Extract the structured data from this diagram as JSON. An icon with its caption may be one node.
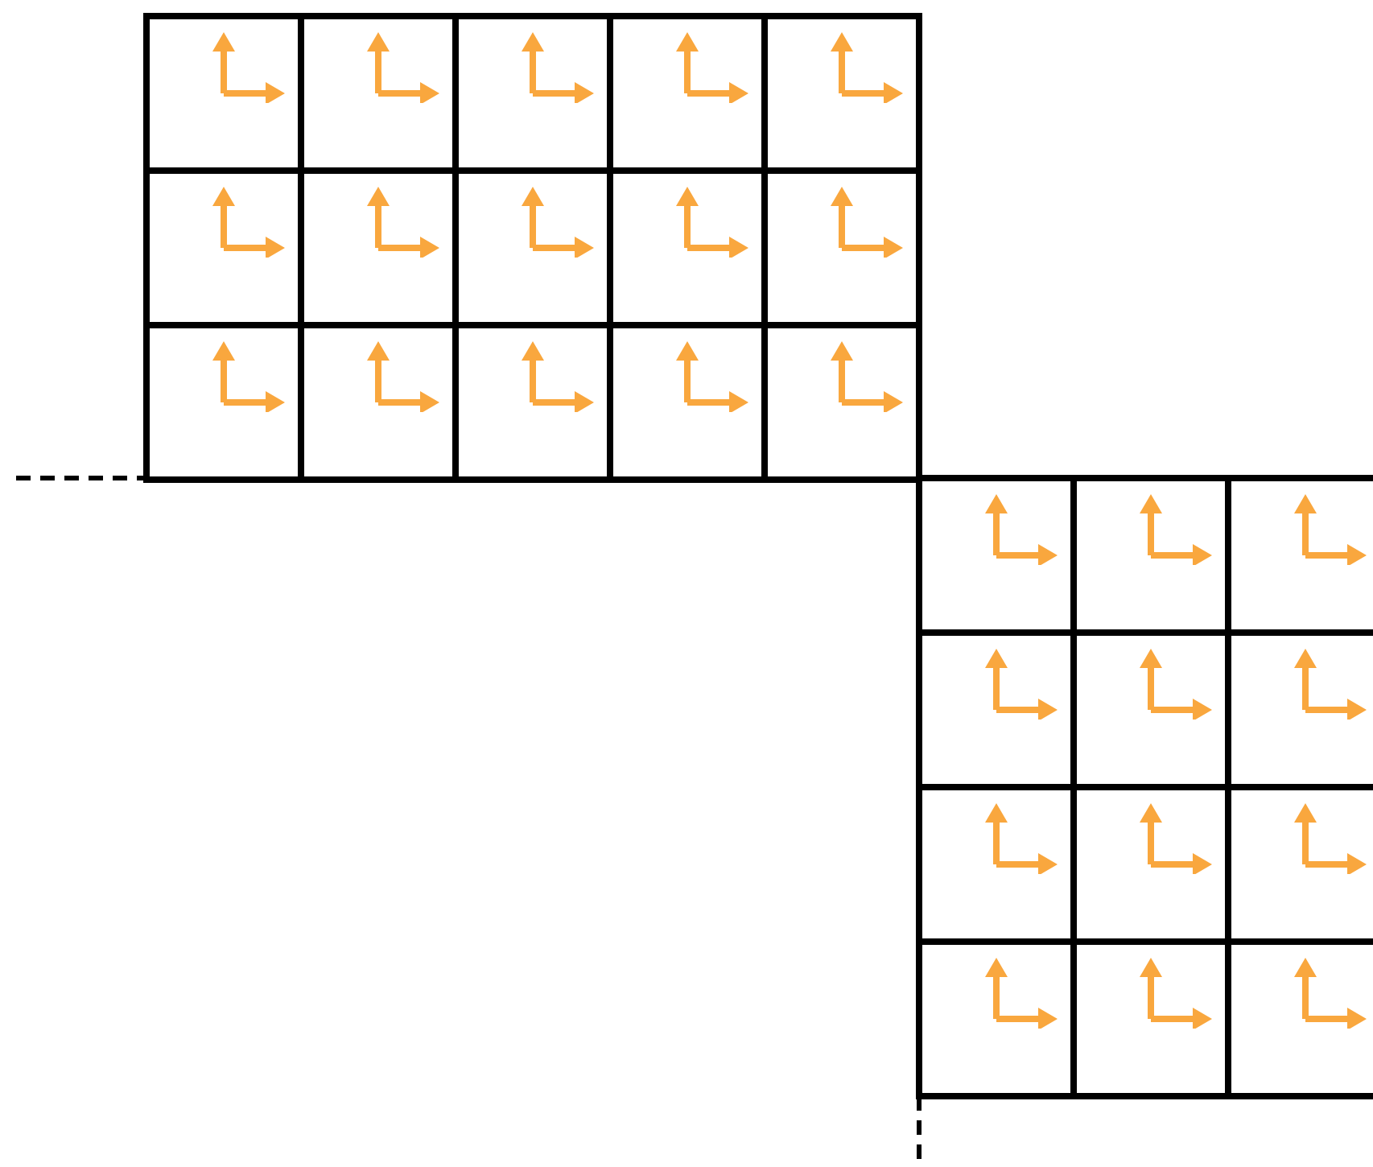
{
  "diagram": {
    "nodes": [
      {
        "text": [],
        "shape": "box"
      },
      {
        "text": [],
        "shape": "box"
      },
      {
        "text": [],
        "shape": "box"
      },
      {
        "text": [],
        "shape": "box"
      },
      {
        "text": [],
        "shape": "box"
      },
      {
        "text": [],
        "shape": "box"
      },
      {
        "text": [],
        "shape": "box"
      },
      {
        "text": [],
        "shape": "box"
      },
      {
        "text": [],
        "shape": "box"
      },
      {
        "text": [],
        "shape": "box"
      },
      {
        "text": [],
        "shape": "box"
      },
      {
        "text": [],
        "shape": "box"
      },
      {
        "text": [],
        "shape": "box"
      },
      {
        "text": [],
        "shape": "box"
      },
      {
        "text": [],
        "shape": "box"
      },
      {
        "text": [],
        "shape": "box"
      },
      {
        "text": [],
        "shape": "box"
      },
      {
        "text": [],
        "shape": "box"
      },
      {
        "text": [],
        "shape": "box"
      },
      {
        "text": [],
        "shape": "box"
      },
      {
        "text": [],
        "shape": "box"
      },
      {
        "text": [],
        "shape": "box"
      },
      {
        "text": [],
        "shape": "box"
      },
      {
        "text": [],
        "shape": "box"
      },
      {
        "text": [],
        "shape": "box"
      },
      {
        "text": [],
        "shape": "box"
      },
      {
        "text": [],
        "shape": "box"
      }
    ]
  }
}
